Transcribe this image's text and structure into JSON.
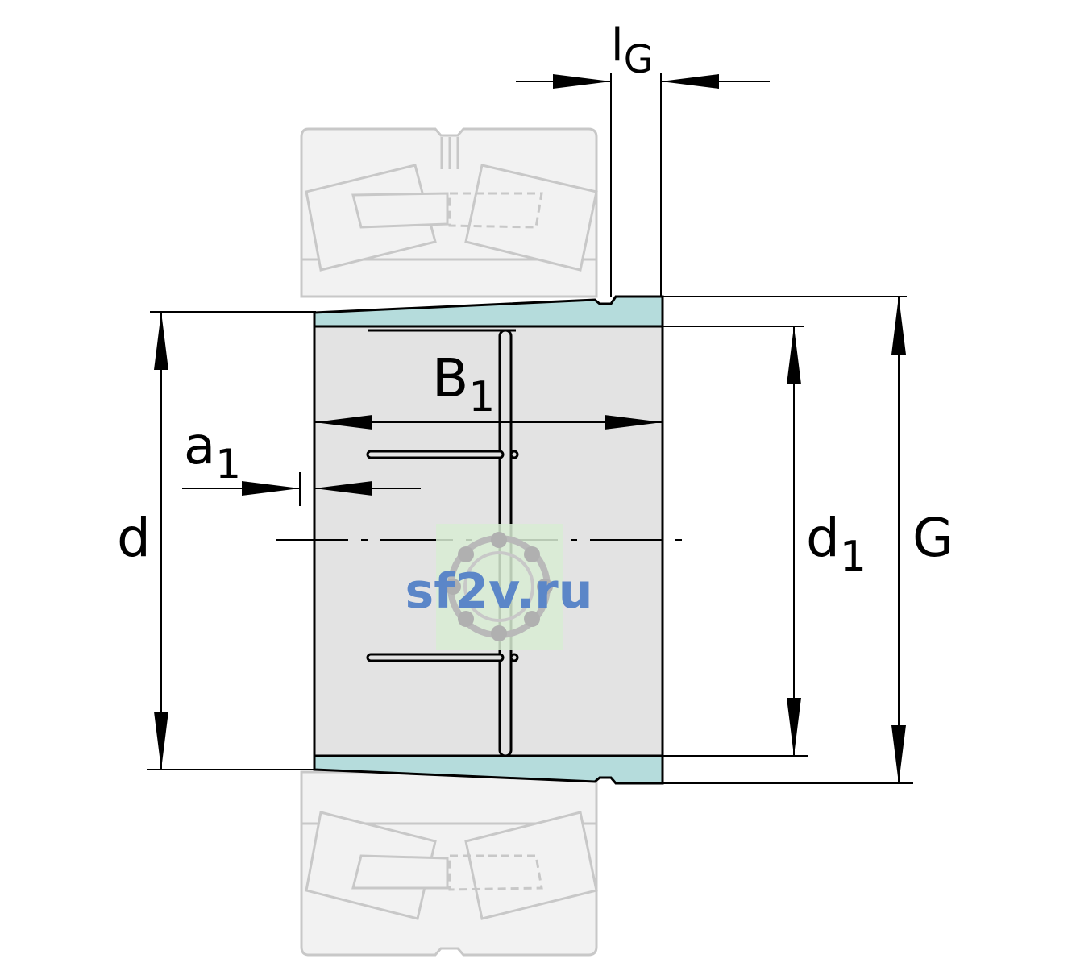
{
  "labels": {
    "lG_main": "l",
    "lG_sub": "G",
    "B1_main": "B",
    "B1_sub": "1",
    "a1_main": "a",
    "a1_sub": "1",
    "d": "d",
    "d1_main": "d",
    "d1_sub": "1",
    "G": "G"
  },
  "watermark": {
    "text": "sf2v.ru"
  },
  "colors": {
    "bearing_fill": "#f2f2f2",
    "bearing_stroke": "#c8c8c8",
    "sleeve_fill": "#b5dcdc",
    "bore_fill": "#e3e3e3",
    "outline": "#000000",
    "watermark_text": "#5b86c8",
    "watermark_bg": "#d8ecd3"
  }
}
